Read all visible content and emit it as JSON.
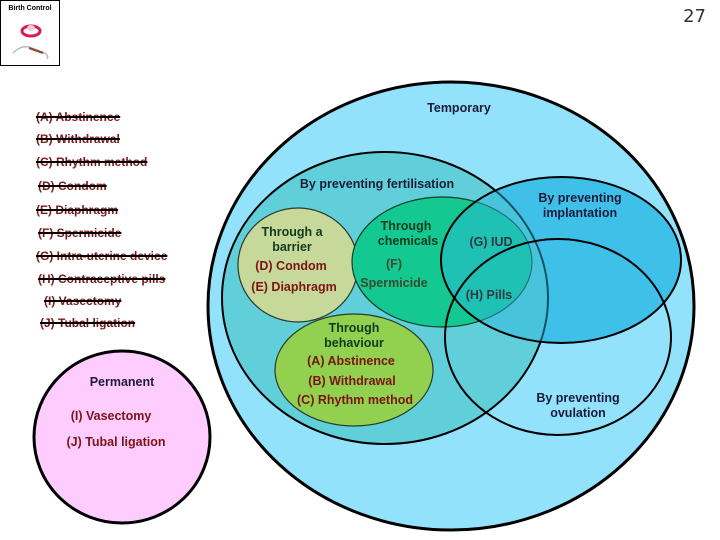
{
  "slide": {
    "page_number": "27",
    "logo": {
      "title": "Birth Control",
      "icons": [
        "condom-icon",
        "iud-icon"
      ]
    }
  },
  "struck_list": [
    "(A) Abstinence",
    "(B) Withdrawal",
    "(C) Rhythm method",
    "(D) Condom",
    "(E) Diaphragm",
    "(F) Spermicide",
    "(G) Intra-uterine device",
    "(H) Contraceptive pills",
    "(I) Vasectomy",
    "(J) Tubal ligation"
  ],
  "diagram": {
    "permanent": {
      "title": "Permanent",
      "items": [
        "(I) Vasectomy",
        "(J) Tubal ligation"
      ],
      "color": "#ffccff"
    },
    "temporary": {
      "title": "Temporary",
      "color": "#93e2fb"
    },
    "fertilisation": {
      "title": "By preventing fertilisation",
      "color": "#5ccdd6"
    },
    "barrier": {
      "title_line1": "Through a",
      "title_line2": "barrier",
      "items": [
        "(D) Condom",
        "(E) Diaphragm"
      ],
      "color": "#c7d99a"
    },
    "chemicals": {
      "title_line1": "Through",
      "title_line2": "chemicals",
      "items_line1": "(F)",
      "items_line2": "Spermicide",
      "color": "#13c891"
    },
    "behaviour": {
      "title_line1": "Through",
      "title_line2": "behaviour",
      "items": [
        "(A) Abstinence",
        "(B) Withdrawal",
        "(C) Rhythm method"
      ],
      "color": "#92d050"
    },
    "implantation": {
      "title_line1": "By preventing",
      "title_line2": "implantation",
      "items": [
        "(G) IUD"
      ],
      "color": "#4cc7f0"
    },
    "ovulation": {
      "title_line1": "By preventing",
      "title_line2": "ovulation",
      "items": [
        "(H) Pills"
      ]
    }
  }
}
